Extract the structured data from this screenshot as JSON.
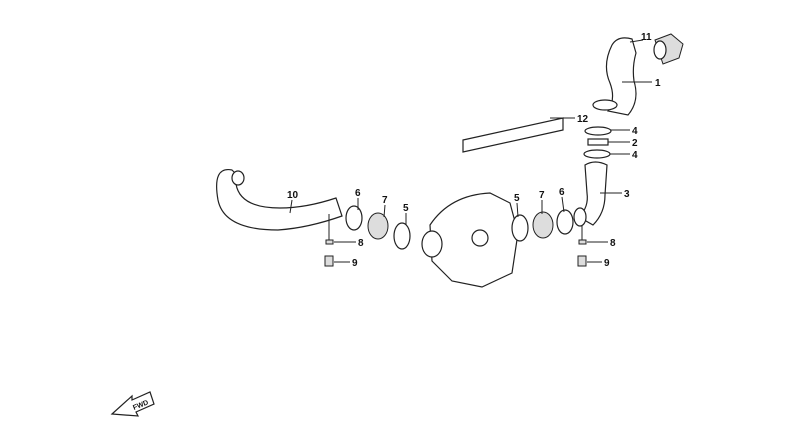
{
  "diagram": {
    "title": "Clutch cover air intake / exhaust duct exploded view",
    "labels": [
      "11",
      "1",
      "12",
      "4",
      "2",
      "4",
      "3",
      "10",
      "6",
      "7",
      "5",
      "5",
      "7",
      "6",
      "8",
      "9",
      "8",
      "9"
    ],
    "fwd_label": "FWD"
  }
}
